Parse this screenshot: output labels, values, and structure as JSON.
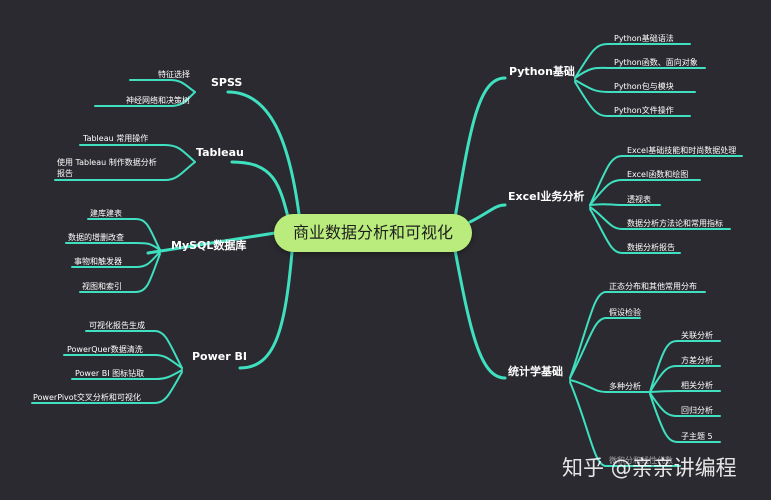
{
  "center_title": "商业数据分析和可视化",
  "colors": {
    "background": "#2b2a30",
    "center_fill": "#b9ec7c",
    "link": "#3fe0c0",
    "text": "#ffffff"
  },
  "branches": {
    "spss": {
      "label": "SPSS",
      "items": [
        "特征选择",
        "神经网络和决策树"
      ]
    },
    "tableau": {
      "label": "Tableau",
      "items": [
        "Tableau 常用操作",
        "使用 Tableau 制作数据分析报告"
      ]
    },
    "mysql": {
      "label": "MySQL数据库",
      "items": [
        "建库建表",
        "数据的增删改查",
        "事物和触发器",
        "视图和索引"
      ]
    },
    "powerbi": {
      "label": "Power BI",
      "items": [
        "可视化报告生成",
        "PowerQuer数据清洗",
        "Power BI 图标钻取",
        "PowerPivot交叉分析和可视化"
      ]
    },
    "python": {
      "label": "Python基础",
      "items": [
        "Python基础语法",
        "Python函数、面向对象",
        "Python包与模块",
        "Python文件操作"
      ]
    },
    "excel": {
      "label": "Excel业务分析",
      "items": [
        "Excel基础技能和时尚数据处理",
        "Excel函数和绘图",
        "透视表",
        "数据分析方法论和常用指标",
        "数据分析报告"
      ]
    },
    "stats": {
      "label": "统计学基础",
      "items": [
        "正态分布和其他常用分布",
        "假设检验"
      ],
      "multi": {
        "label": "多种分析",
        "items": [
          "关联分析",
          "方差分析",
          "相关分析",
          "回归分析",
          "子主题 5"
        ]
      },
      "bottom_item": "微积分和线性代数"
    }
  },
  "watermark": "知乎 @亲亲讲编程"
}
